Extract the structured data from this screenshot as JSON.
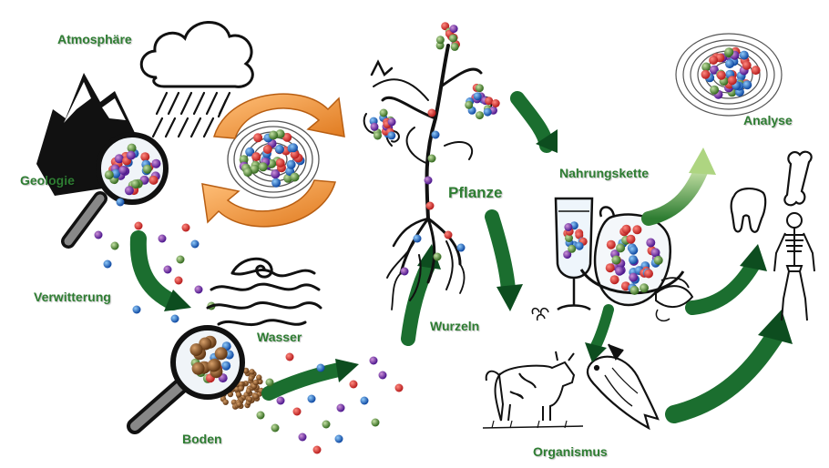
{
  "labels": {
    "atmosphaere": "Atmosphäre",
    "geologie": "Geologie",
    "verwitterung": "Verwitterung",
    "wasser": "Wasser",
    "boden": "Boden",
    "wurzeln": "Wurzeln",
    "pflanze": "Pflanze",
    "nahrungskette": "Nahrungskette",
    "analyse": "Analyse",
    "organismus": "Organismus"
  },
  "colors": {
    "label_green": "#2e7d32",
    "arrow_green": "#1b6e2f",
    "arrow_light_green": "#9ccc65",
    "cycle_orange": "#f59a3c",
    "ball_red": "#d32f2f",
    "ball_blue": "#1e88e5",
    "ball_green": "#7cb342",
    "ball_purple": "#8e24aa",
    "soil_brown": "#7a4a1c"
  }
}
